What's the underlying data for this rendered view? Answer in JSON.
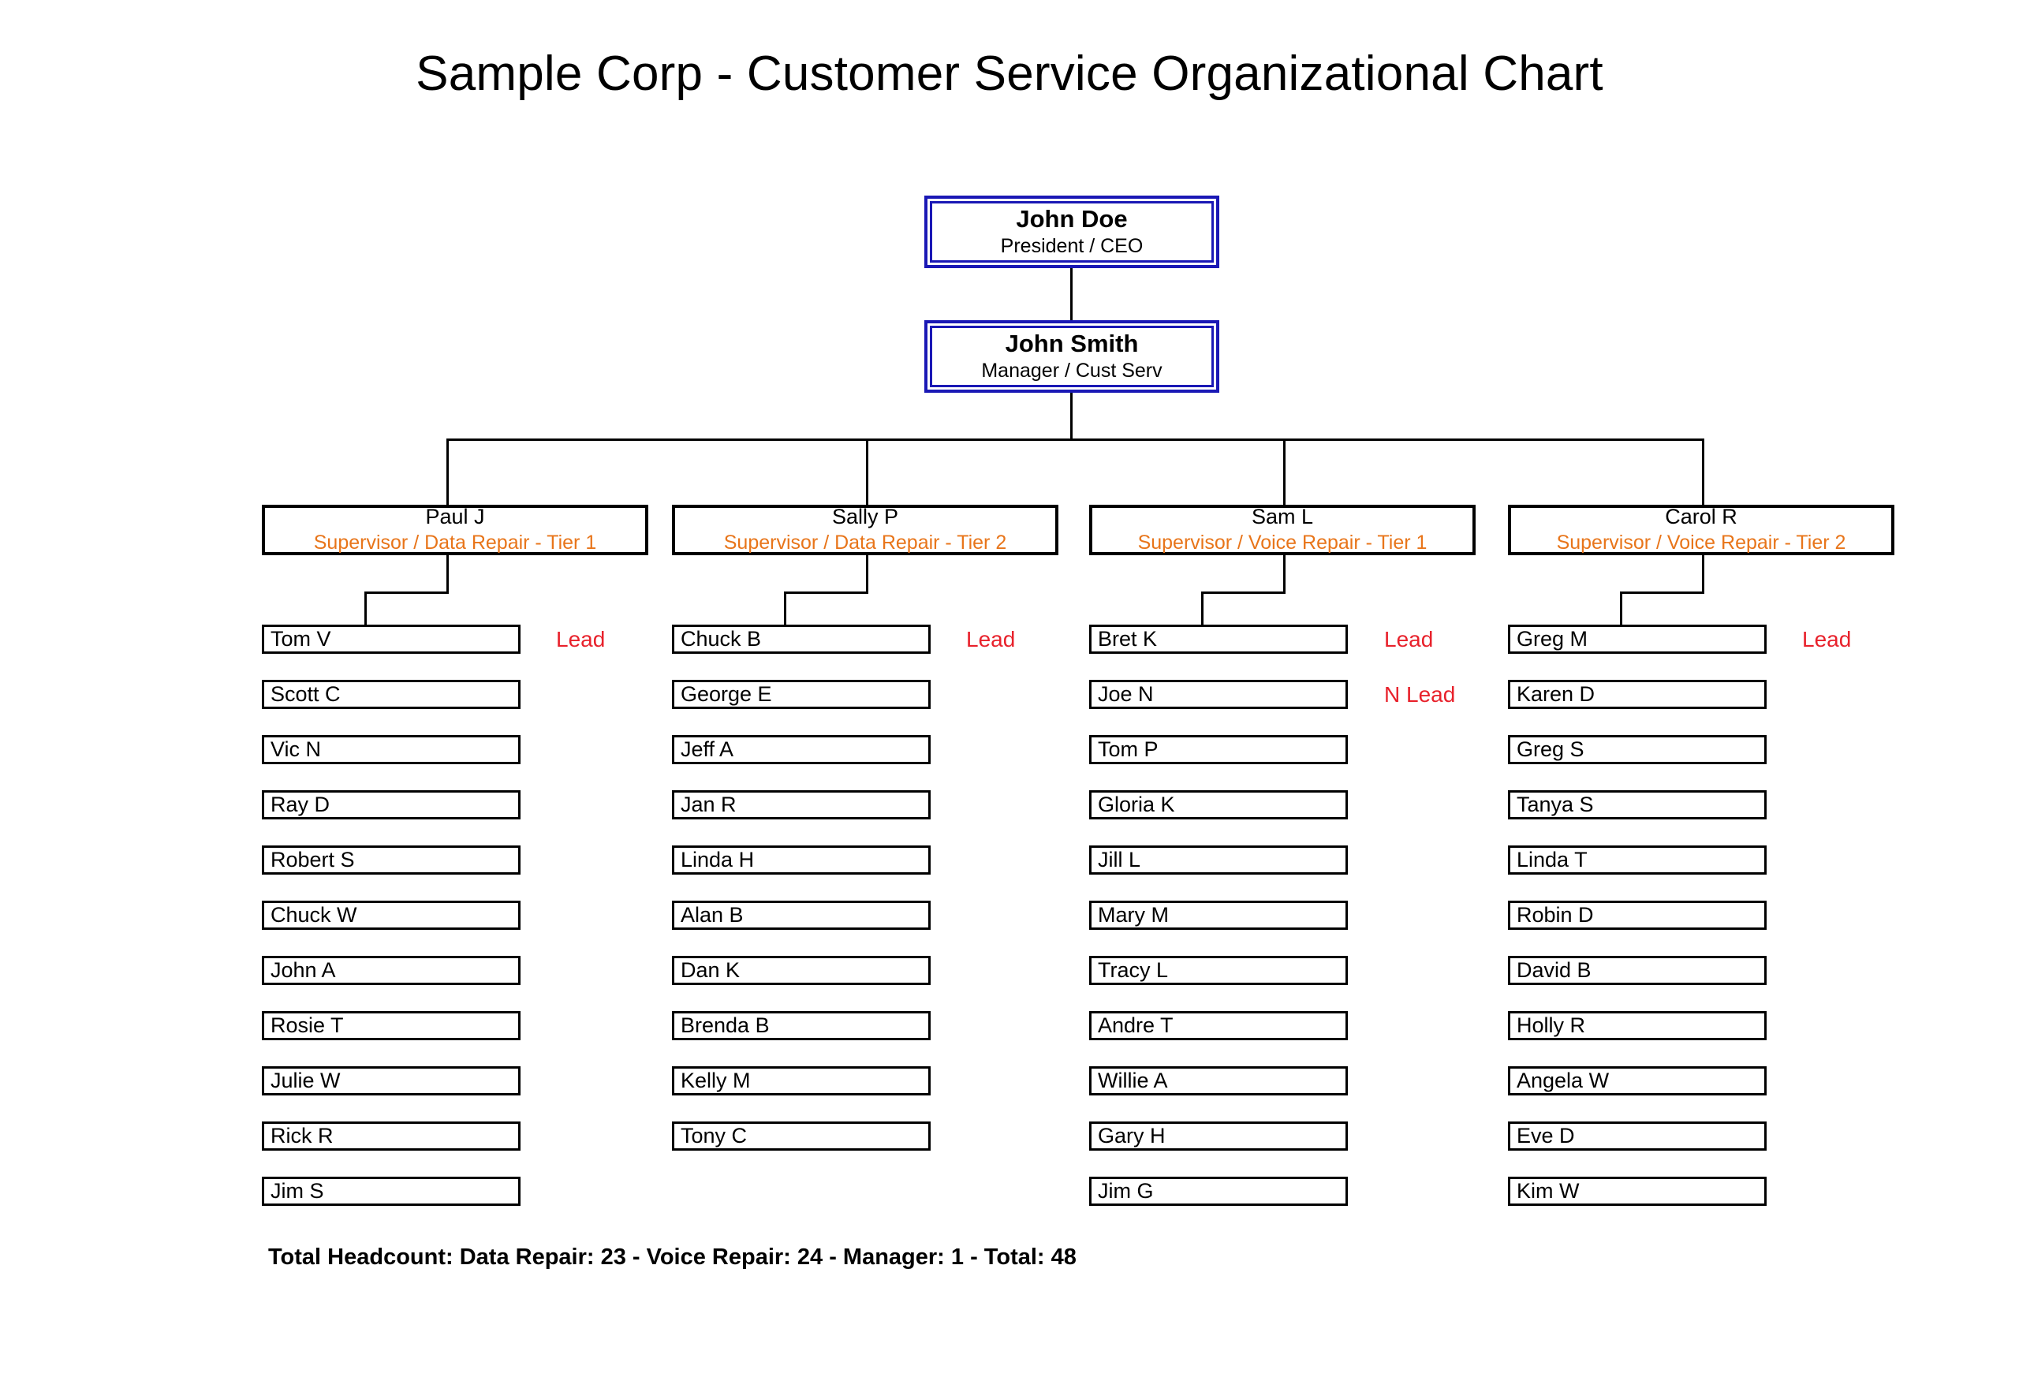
{
  "title": "Sample Corp - Customer Service Organizational Chart",
  "executives": [
    {
      "name": "John Doe",
      "role": "President / CEO"
    },
    {
      "name": "John Smith",
      "role": "Manager / Cust Serv"
    }
  ],
  "supervisors": [
    {
      "name": "Paul J",
      "role": "Supervisor / Data Repair - Tier 1"
    },
    {
      "name": "Sally P",
      "role": "Supervisor / Data Repair - Tier 2"
    },
    {
      "name": "Sam L",
      "role": "Supervisor / Voice Repair - Tier 1"
    },
    {
      "name": "Carol R",
      "role": "Supervisor / Voice Repair - Tier 2"
    }
  ],
  "columns": [
    {
      "supervisor": "Paul J",
      "employees": [
        {
          "name": "Tom V",
          "tag": "Lead"
        },
        {
          "name": "Scott C",
          "tag": ""
        },
        {
          "name": "Vic N",
          "tag": ""
        },
        {
          "name": "Ray D",
          "tag": ""
        },
        {
          "name": "Robert S",
          "tag": ""
        },
        {
          "name": "Chuck W",
          "tag": ""
        },
        {
          "name": "John A",
          "tag": ""
        },
        {
          "name": "Rosie T",
          "tag": ""
        },
        {
          "name": "Julie W",
          "tag": ""
        },
        {
          "name": "Rick R",
          "tag": ""
        },
        {
          "name": "Jim S",
          "tag": ""
        }
      ]
    },
    {
      "supervisor": "Sally P",
      "employees": [
        {
          "name": "Chuck B",
          "tag": "Lead"
        },
        {
          "name": "George E",
          "tag": ""
        },
        {
          "name": "Jeff A",
          "tag": ""
        },
        {
          "name": "Jan R",
          "tag": ""
        },
        {
          "name": "Linda H",
          "tag": ""
        },
        {
          "name": "Alan B",
          "tag": ""
        },
        {
          "name": "Dan K",
          "tag": ""
        },
        {
          "name": "Brenda B",
          "tag": ""
        },
        {
          "name": "Kelly M",
          "tag": ""
        },
        {
          "name": "Tony C",
          "tag": ""
        }
      ]
    },
    {
      "supervisor": "Sam L",
      "employees": [
        {
          "name": "Bret K",
          "tag": "Lead"
        },
        {
          "name": "Joe N",
          "tag": "N Lead"
        },
        {
          "name": "Tom P",
          "tag": ""
        },
        {
          "name": "Gloria K",
          "tag": ""
        },
        {
          "name": "Jill L",
          "tag": ""
        },
        {
          "name": "Mary M",
          "tag": ""
        },
        {
          "name": "Tracy L",
          "tag": ""
        },
        {
          "name": "Andre T",
          "tag": ""
        },
        {
          "name": "Willie A",
          "tag": ""
        },
        {
          "name": "Gary H",
          "tag": ""
        },
        {
          "name": "Jim G",
          "tag": ""
        }
      ]
    },
    {
      "supervisor": "Carol R",
      "employees": [
        {
          "name": "Greg M",
          "tag": "Lead"
        },
        {
          "name": "Karen D",
          "tag": ""
        },
        {
          "name": "Greg S",
          "tag": ""
        },
        {
          "name": "Tanya S",
          "tag": ""
        },
        {
          "name": "Linda T",
          "tag": ""
        },
        {
          "name": "Robin D",
          "tag": ""
        },
        {
          "name": "David B",
          "tag": ""
        },
        {
          "name": "Holly R",
          "tag": ""
        },
        {
          "name": "Angela W",
          "tag": ""
        },
        {
          "name": "Eve D",
          "tag": ""
        },
        {
          "name": "Kim W",
          "tag": ""
        }
      ]
    }
  ],
  "footer": {
    "summary": "Total Headcount:  Data Repair: 23  -  Voice Repair: 24  -  Manager: 1  -   Total: 48",
    "data_repair": 23,
    "voice_repair": 24,
    "manager": 1,
    "total": 48
  },
  "colors": {
    "executive_border": "#1a18b5",
    "box_border": "#000000",
    "role_text": "#e8751a",
    "lead_text": "#e8212b",
    "background": "#ffffff"
  }
}
